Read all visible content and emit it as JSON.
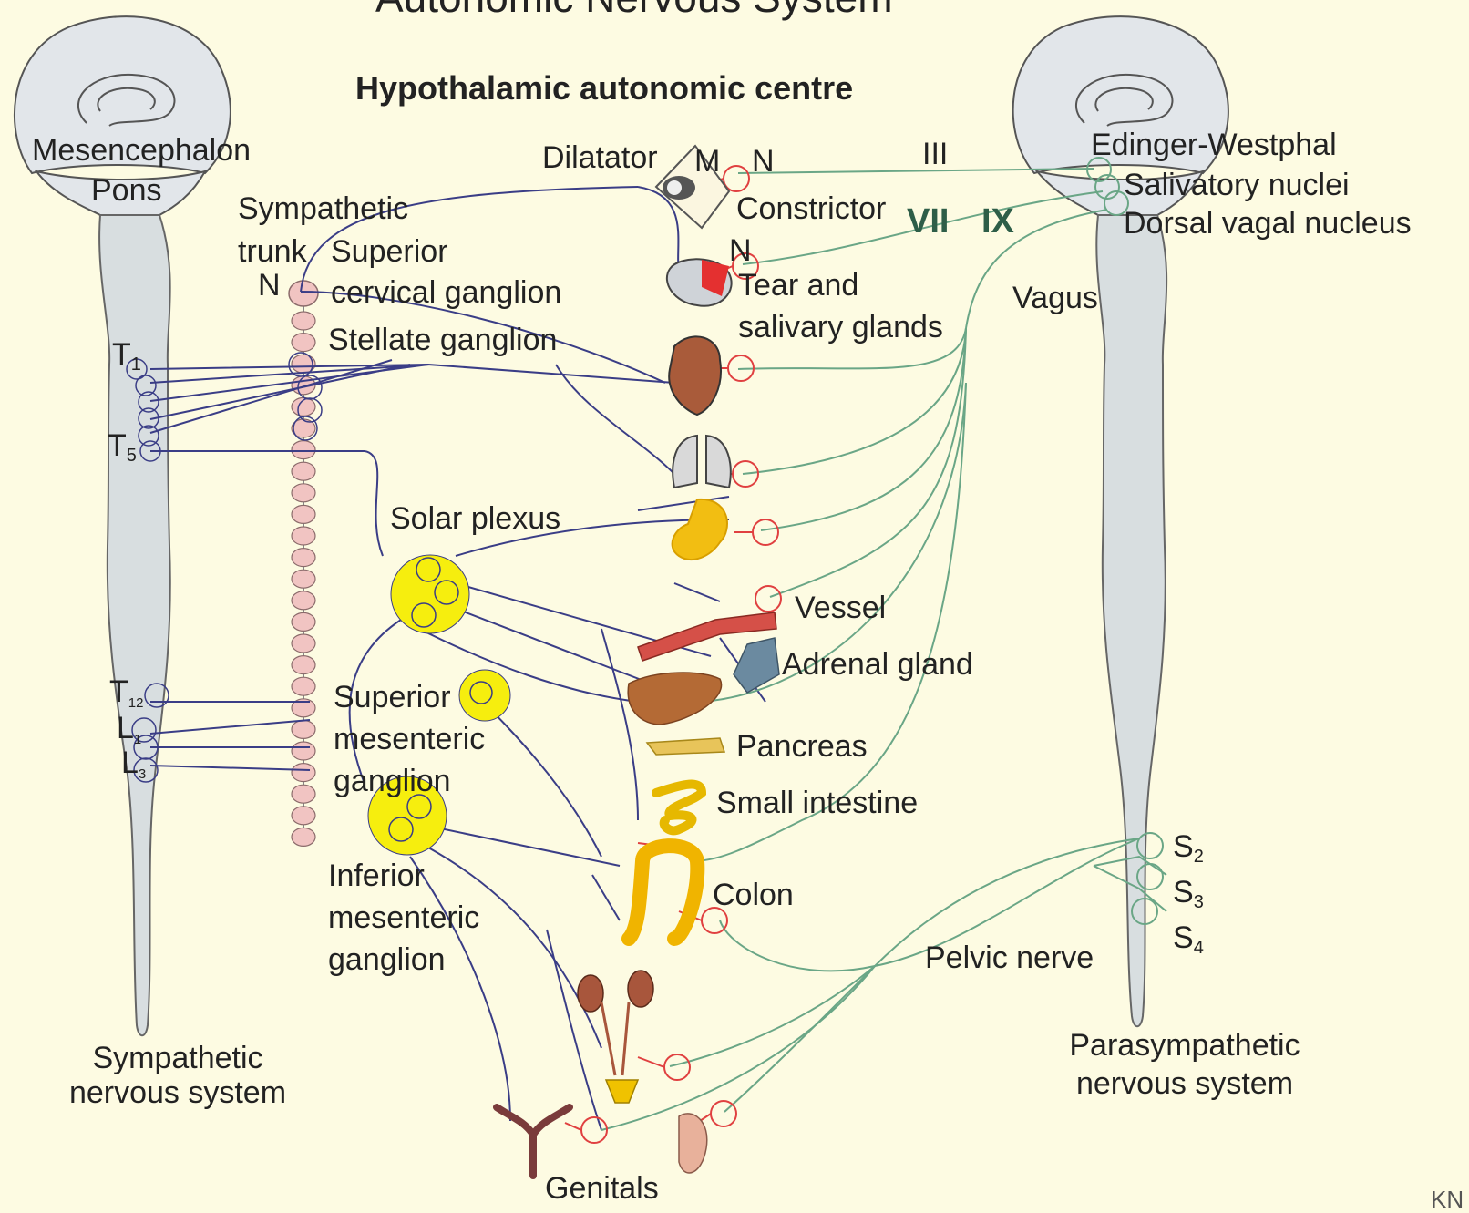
{
  "title": "Autonomic Nervous System",
  "heading": "Hypothalamic autonomic centre",
  "labels": {
    "mesencephalon": "Mesencephalon",
    "pons": "Pons",
    "sympathetic_trunk_1": "Sympathetic",
    "sympathetic_trunk_2": "trunk",
    "superior_cervical_1": "Superior",
    "superior_cervical_2": "cervical ganglion",
    "n_left": "N",
    "stellate": "Stellate ganglion",
    "t1_letter": "T",
    "t1_sub": "1",
    "t5_letter": "T",
    "t5_sub": "5",
    "t12_letter": "T",
    "t12_sub": "12",
    "l1_letter": "L",
    "l1_sub": "1",
    "l3_letter": "L",
    "l3_sub": "3",
    "solar_plexus": "Solar plexus",
    "superior_mesenteric_1": "Superior",
    "superior_mesenteric_2": "mesenteric",
    "superior_mesenteric_3": "ganglion",
    "inferior_mesenteric_1": "Inferior",
    "inferior_mesenteric_2": "mesenteric",
    "inferior_mesenteric_3": "ganglion",
    "sympathetic_ns_1": "Sympathetic",
    "sympathetic_ns_2": "nervous system",
    "dilatator": "Dilatator",
    "m": "M",
    "n_eye": "N",
    "constrictor": "Constrictor",
    "n_gland": "N",
    "tear_1": "Tear and",
    "tear_2": "salivary glands",
    "vessel": "Vessel",
    "adrenal": "Adrenal gland",
    "pancreas": "Pancreas",
    "small_intestine": "Small intestine",
    "colon": "Colon",
    "genitals": "Genitals",
    "nerve_iii": "III",
    "nerve_vii": "VII",
    "nerve_ix": "IX",
    "edinger": "Edinger-Westphal",
    "salivatory": "Salivatory nuclei",
    "dorsal_vagal": "Dorsal vagal nucleus",
    "vagus": "Vagus",
    "s2_letter": "S",
    "s2_sub": "2",
    "s3_letter": "S",
    "s3_sub": "3",
    "s4_letter": "S",
    "s4_sub": "4",
    "pelvic_nerve": "Pelvic nerve",
    "parasympathetic_ns_1": "Parasympathetic",
    "parasympathetic_ns_2": "nervous system",
    "corner": "KN"
  },
  "colors": {
    "background": "#fdfbe2",
    "sympathetic_fibre": "#3a3d86",
    "parasympathetic_fibre": "#6aa686",
    "ganglion_chain": "#f1c4c2",
    "plexus": "#f6ee0e",
    "postganglionic_parasympathetic": "#e04040",
    "cord": "#d8dee0"
  }
}
